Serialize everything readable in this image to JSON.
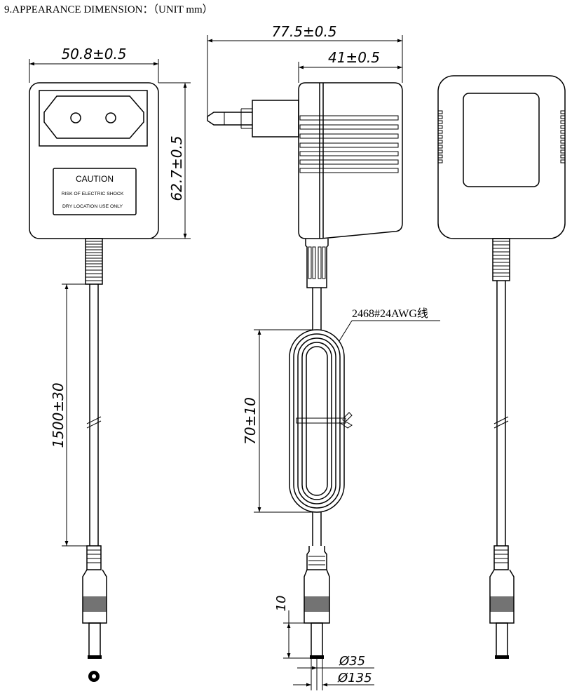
{
  "title": "9.APPEARANCE DIMENSION：（UNIT mm）",
  "dimensions": {
    "width": "50.8±0.5",
    "height": "62.7±0.5",
    "total_depth": "77.5±0.5",
    "body_depth": "41±0.5",
    "cable_length": "1500±30",
    "coil_length": "70±10",
    "plug_length": "10",
    "plug_inner_diameter": "Ø35",
    "plug_outer_diameter": "Ø135"
  },
  "caution_label": {
    "heading": "CAUTION",
    "line1": "RISK OF ELECTRIC SHOCK",
    "line2": "DRY LOCATION USE ONLY"
  },
  "cable_spec": "2468#24AWG线"
}
